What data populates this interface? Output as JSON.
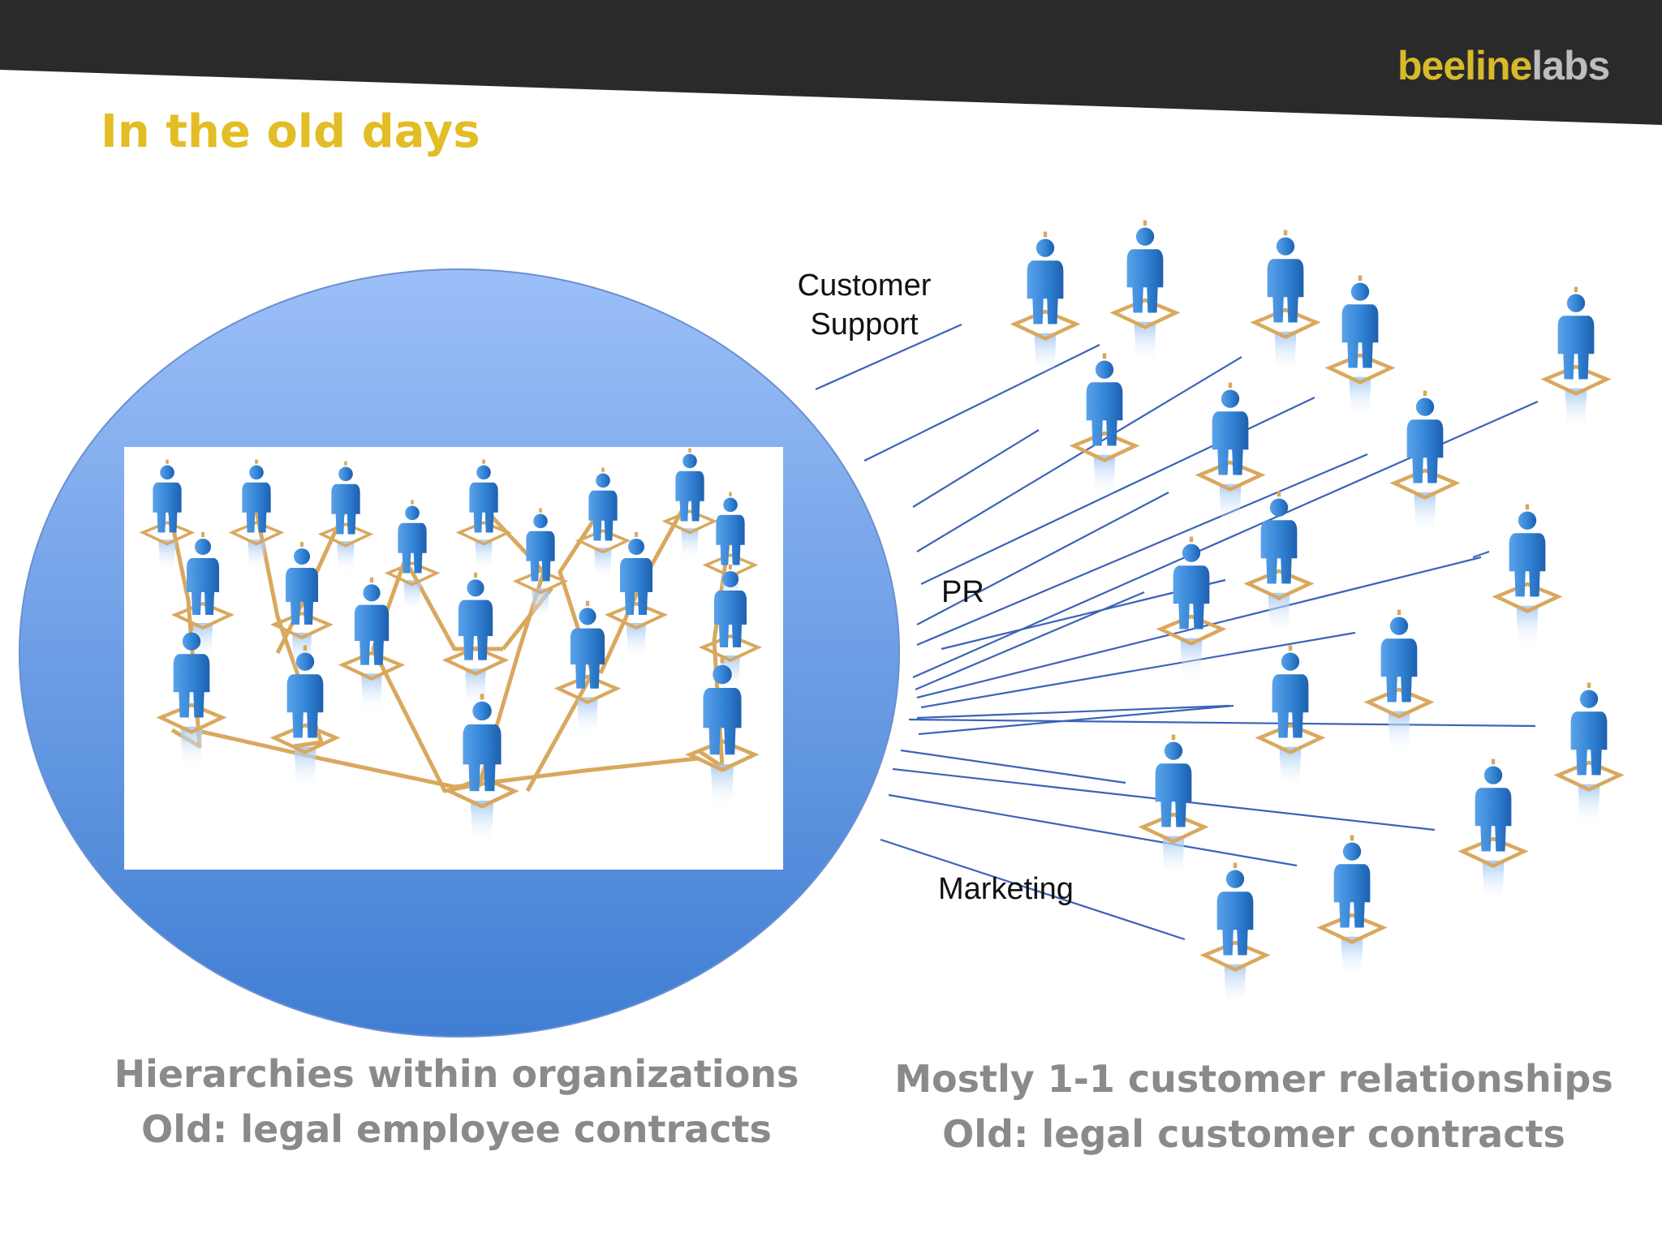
{
  "slide": {
    "title": "In the old days",
    "brand": {
      "part1": "beeline",
      "part2": "labs"
    }
  },
  "labels": {
    "customer_support_line1": "Customer",
    "customer_support_line2": "Support",
    "pr": "PR",
    "marketing": "Marketing"
  },
  "captions": {
    "left_line1": "Hierarchies within organizations",
    "left_line2": "Old: legal employee contracts",
    "right_line1": "Mostly 1-1 customer relationships",
    "right_line2": "Old: legal customer contracts"
  },
  "colors": {
    "title": "#e3bd25",
    "caption": "#8a8a8a",
    "circle_top": "#9cbff8",
    "circle_bottom": "#3f7ed3",
    "person": "#2f7fd1",
    "link": "#d9a85e",
    "connector": "#3b63b8"
  }
}
